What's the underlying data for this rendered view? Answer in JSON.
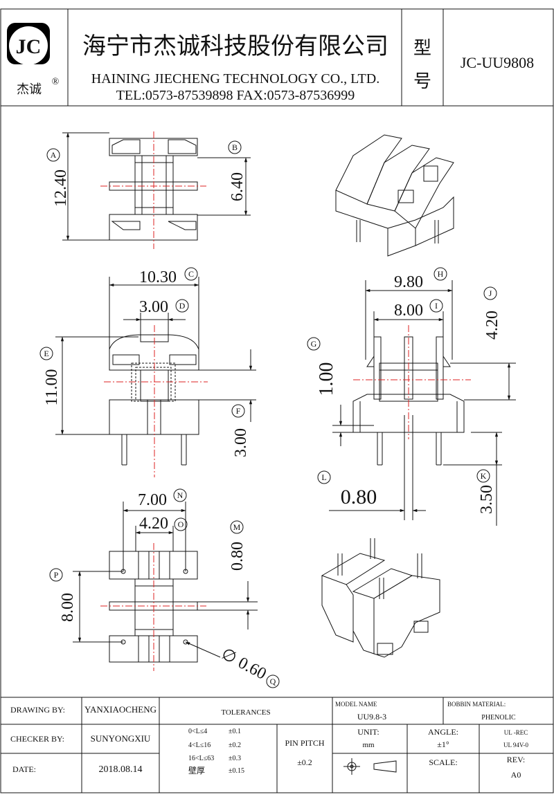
{
  "header": {
    "logo_text": "JC",
    "brand_cn": "杰诚",
    "registered": "®",
    "company_cn": "海宁市杰诚科技股份有限公司",
    "company_en": "HAINING JIECHENG TECHNOLOGY CO., LTD.",
    "contact": "TEL:0573-87539898  FAX:0573-87536999",
    "model_label_1": "型",
    "model_label_2": "号",
    "model_value": "JC-UU9808"
  },
  "dims": {
    "A": {
      "tag": "A",
      "value": "12.40"
    },
    "B": {
      "tag": "B",
      "value": "6.40"
    },
    "C": {
      "tag": "C",
      "value": "10.30"
    },
    "D": {
      "tag": "D",
      "value": "3.00"
    },
    "E": {
      "tag": "E",
      "value": "11.00"
    },
    "F": {
      "tag": "F",
      "value": "3.00"
    },
    "G": {
      "tag": "G",
      "value": "1.00"
    },
    "H": {
      "tag": "H",
      "value": "9.80"
    },
    "I": {
      "tag": "I",
      "value": "8.00"
    },
    "J": {
      "tag": "J",
      "value": "4.20"
    },
    "K": {
      "tag": "K",
      "value": "3.50"
    },
    "L": {
      "tag": "L",
      "value": "0.80"
    },
    "M": {
      "tag": "M",
      "value": "0.80"
    },
    "N": {
      "tag": "N",
      "value": "7.00"
    },
    "O": {
      "tag": "O",
      "value": "4.20"
    },
    "P": {
      "tag": "P",
      "value": "8.00"
    },
    "Q": {
      "tag": "Q",
      "value": "0.60",
      "prefix": "∅"
    }
  },
  "title_block": {
    "drawing_by_label": "DRAWING  BY:",
    "drawing_by": "YANXIAOCHENG",
    "checker_by_label": "CHECKER  BY:",
    "checker_by": "SUNYONGXIU",
    "date_label": "DATE:",
    "date": "2018.08.14",
    "tolerances_label": "TOLERANCES",
    "tol_rows": [
      {
        "range": "0<L≤4",
        "tol": "±0.1"
      },
      {
        "range": "4<L≤16",
        "tol": "±0.2"
      },
      {
        "range": "16<L≤63",
        "tol": "±0.3"
      },
      {
        "range": "壁厚",
        "tol": "±0.15"
      }
    ],
    "pin_pitch_label": "PIN PITCH",
    "pin_pitch_tol": "±0.2",
    "model_name_label": "MODEL NAME",
    "model_name": "UU9.8-3",
    "unit_label": "UNIT:",
    "unit": "mm",
    "angle_label": "ANGLE:",
    "angle": "±1°",
    "scale_label": "SCALE:",
    "bobbin_material_label": "BOBBIN MATERIAL:",
    "bobbin_material": "PHENOLIC",
    "ul_rec": "UL -REC",
    "ul_94": "UL  94V-0",
    "rev_label": "REV:",
    "rev": "A0"
  }
}
